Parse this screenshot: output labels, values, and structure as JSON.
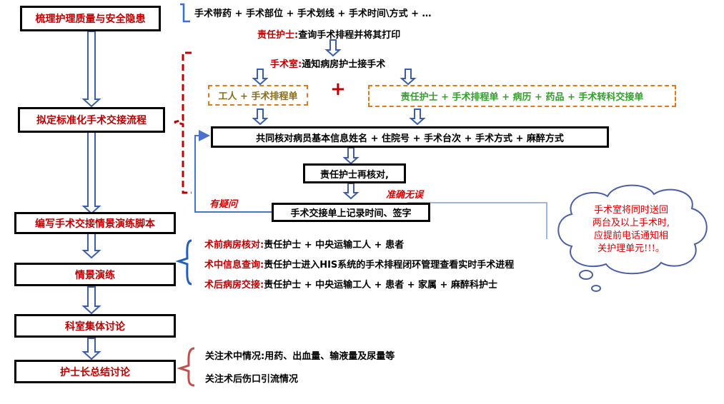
{
  "left_steps": [
    "梳理护理质量与安全隐患",
    "拟定标准化手术交接流程",
    "编写手术交接情景演练脚本",
    "情景演练",
    "科室集体讨论",
    "护士长总结讨论"
  ],
  "top_line": "手术带药 + 手术部位 + 手术划线 + 手术时间\\方式 + …",
  "duty_nurse_1": {
    "role": "责任护士:",
    "text": "查询手术排程并将其打印"
  },
  "or_notice": {
    "role": "手术室:",
    "text": "通知病房护士接手术"
  },
  "worker_box": "工人 + 手术排程单",
  "plus_sign": "+",
  "nurse_box": "责任护士 + 手术排程单 + 病历 + 药品 + 手术转科交接单",
  "verify_box": "共同核对病员基本信息姓名 + 住院号 + 手术台次 + 手术方式 + 麻醉方式",
  "recheck_box": "责任护士再核对,",
  "record_box": "手术交接单上记录时间、签字",
  "doubt_label": "有疑问",
  "correct_label": "准确无误",
  "drill_items": [
    {
      "role": "术前病房核对:",
      "text": "责任护士 + 中央运输工人 + 患者"
    },
    {
      "role": "术中信息查询:",
      "text": "责任护士进入HIS系统的手术排程闭环管理查看实时手术进程"
    },
    {
      "role": "术后病房交接:",
      "text": "责任护士 + 中央运输工人 + 患者 + 家属 + 麻醉科护士"
    }
  ],
  "summary_items": [
    "关注术中情况:用药、出血量、输液量及尿量等",
    "关注术后伤口引流情况"
  ],
  "cloud_lines": [
    "手术室将同时送回",
    "两台及以上手术时,",
    "应提前电话通知相",
    "关护理单元!!!。"
  ]
}
